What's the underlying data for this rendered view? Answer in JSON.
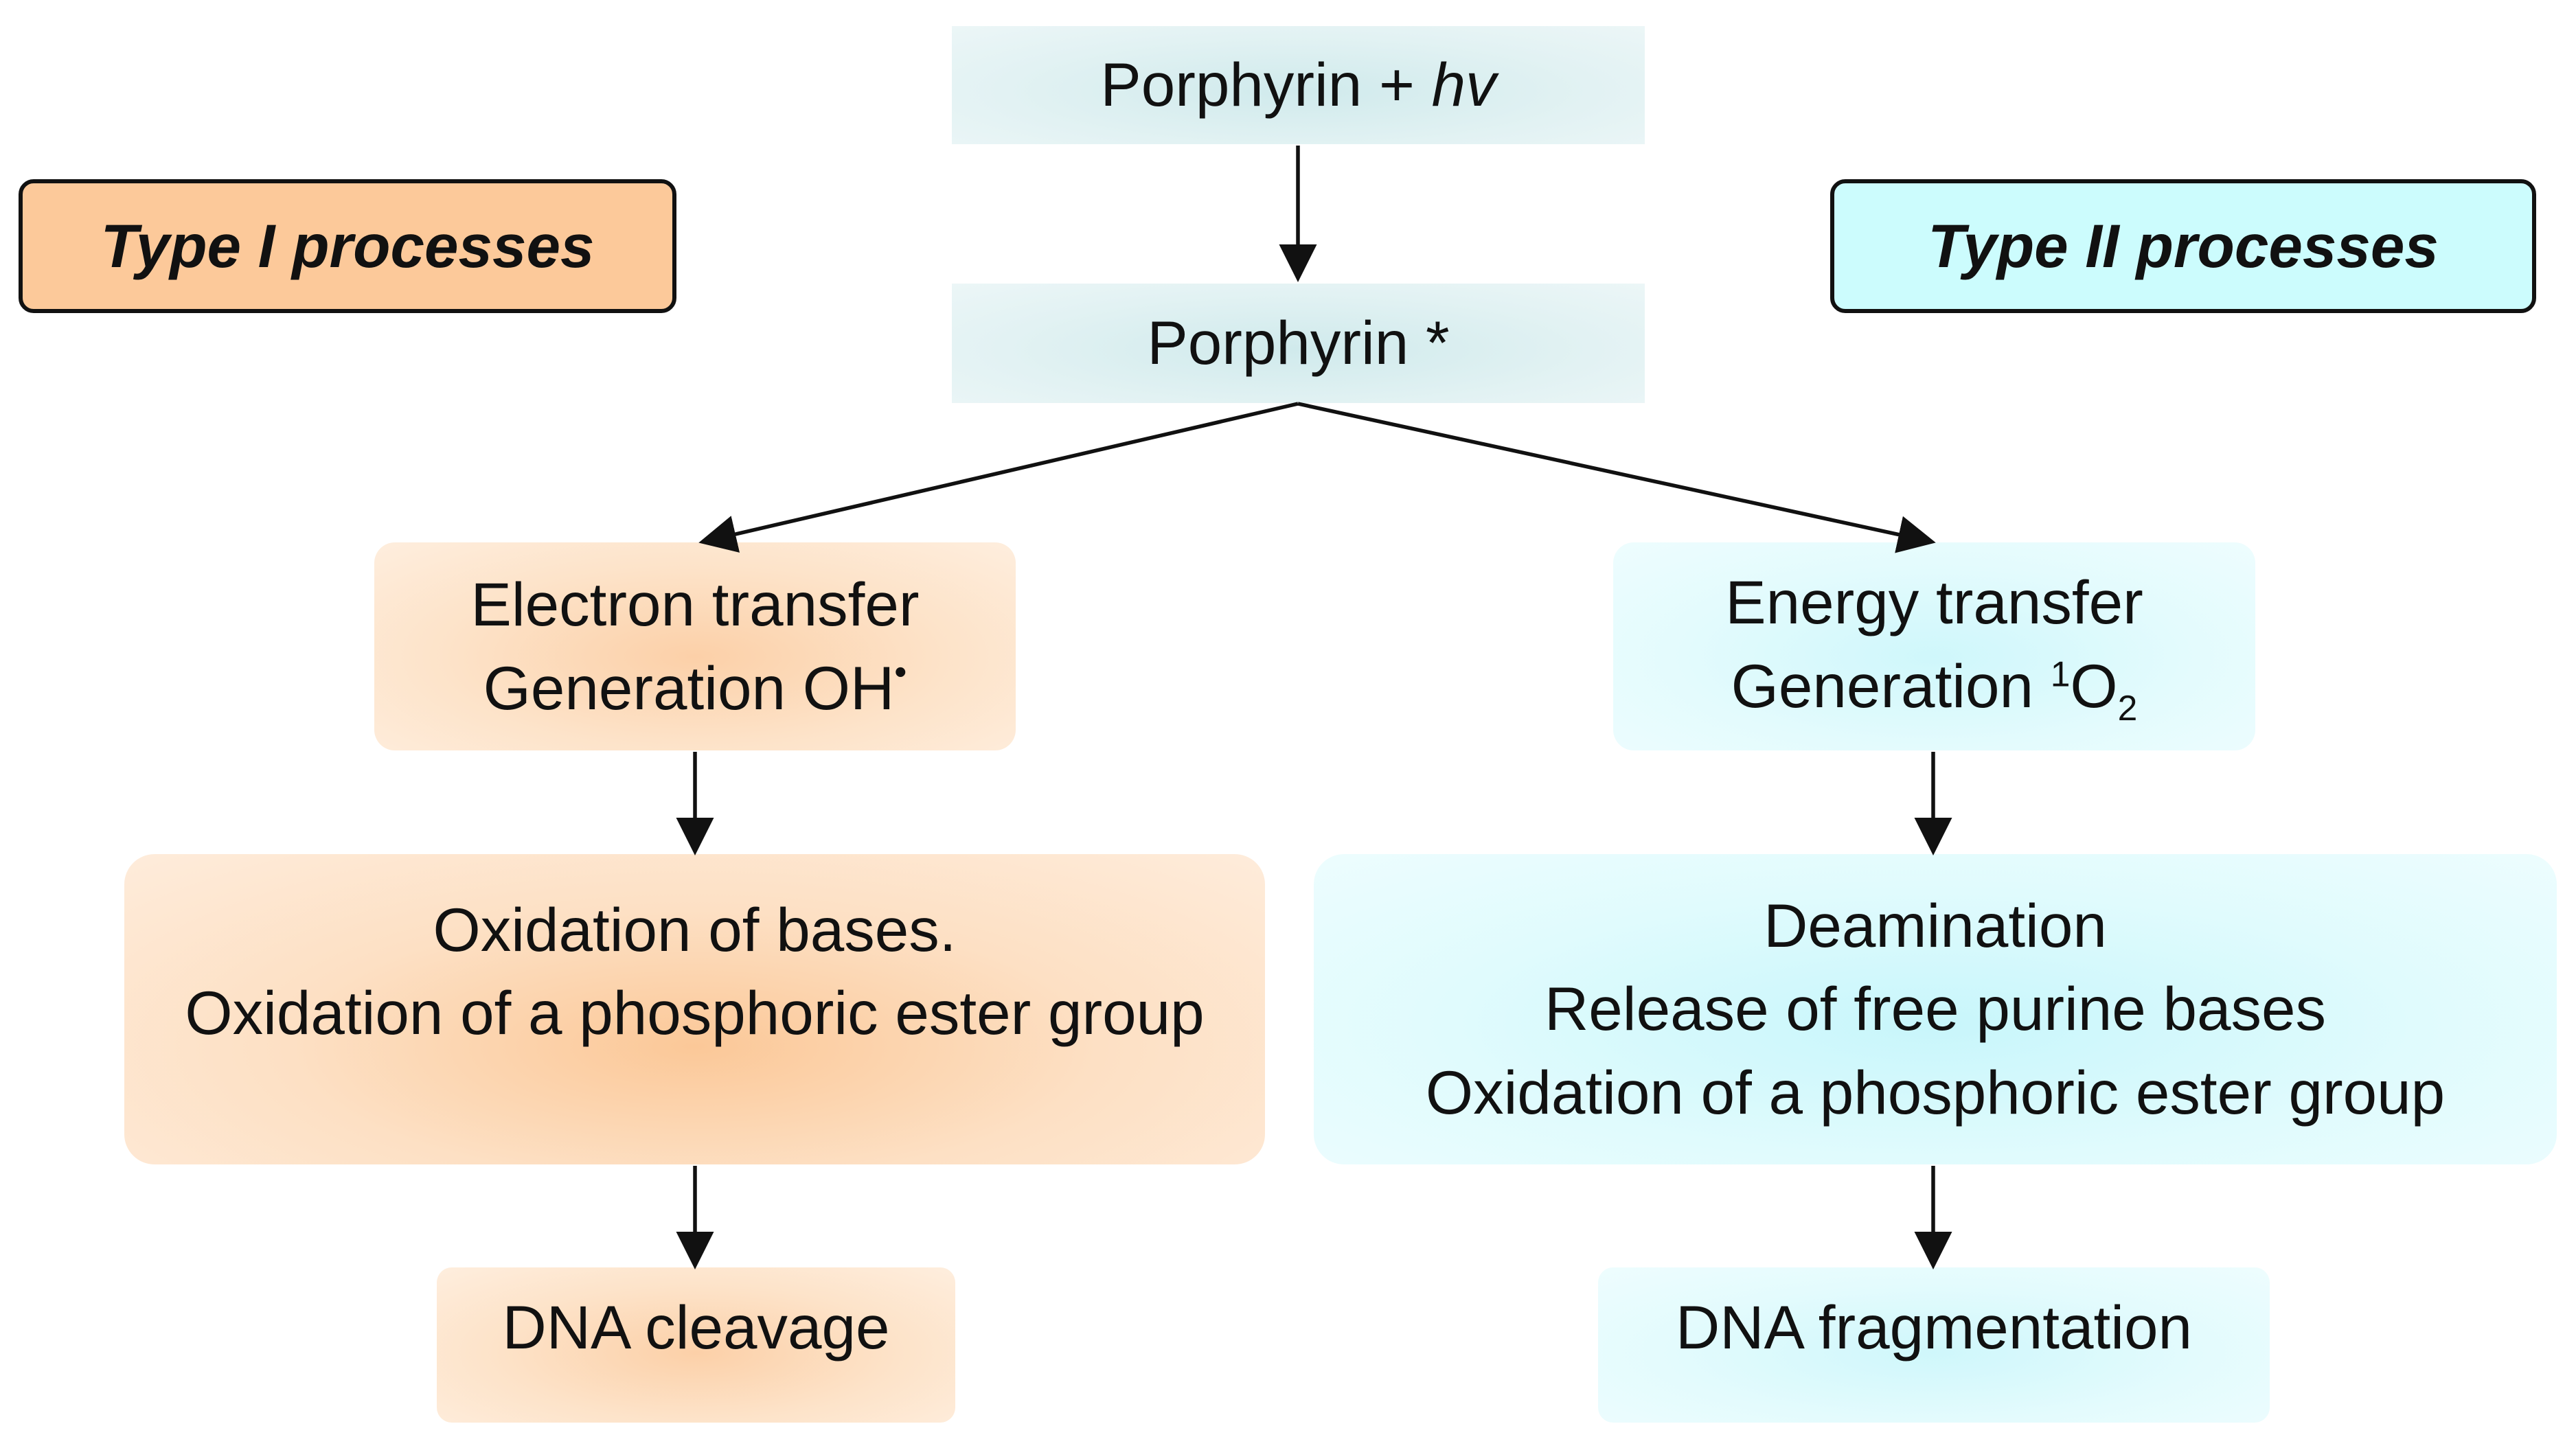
{
  "top": {
    "porphyrin_hv_prefix": "Porphyrin + ",
    "porphyrin_hv_italic": "hv",
    "porphyrin_excited": "Porphyrin *"
  },
  "type1": {
    "label": "Type I processes",
    "step1_line1": "Electron transfer",
    "step1_line2": "Generation OH",
    "step1_line2_sup": "•",
    "step2_line1": "Oxidation of bases.",
    "step2_line2": "Oxidation of a phosphoric ester group",
    "result": "DNA cleavage"
  },
  "type2": {
    "label": "Type II processes",
    "step1_line1": "Energy transfer",
    "step1_line2_prefix": "Generation ",
    "step1_line2_sup": "1",
    "step1_line2_o": "O",
    "step1_line2_sub": "2",
    "step2_line1": "Deamination",
    "step2_line2": "Release of free purine bases",
    "step2_line3": "Oxidation of a phosphoric ester group",
    "result": "DNA fragmentation"
  },
  "colors": {
    "type1_accent": "#fcc99a",
    "type2_accent": "#ccfcfd",
    "top_box": "#e2f2f3",
    "arrow": "#111111"
  }
}
